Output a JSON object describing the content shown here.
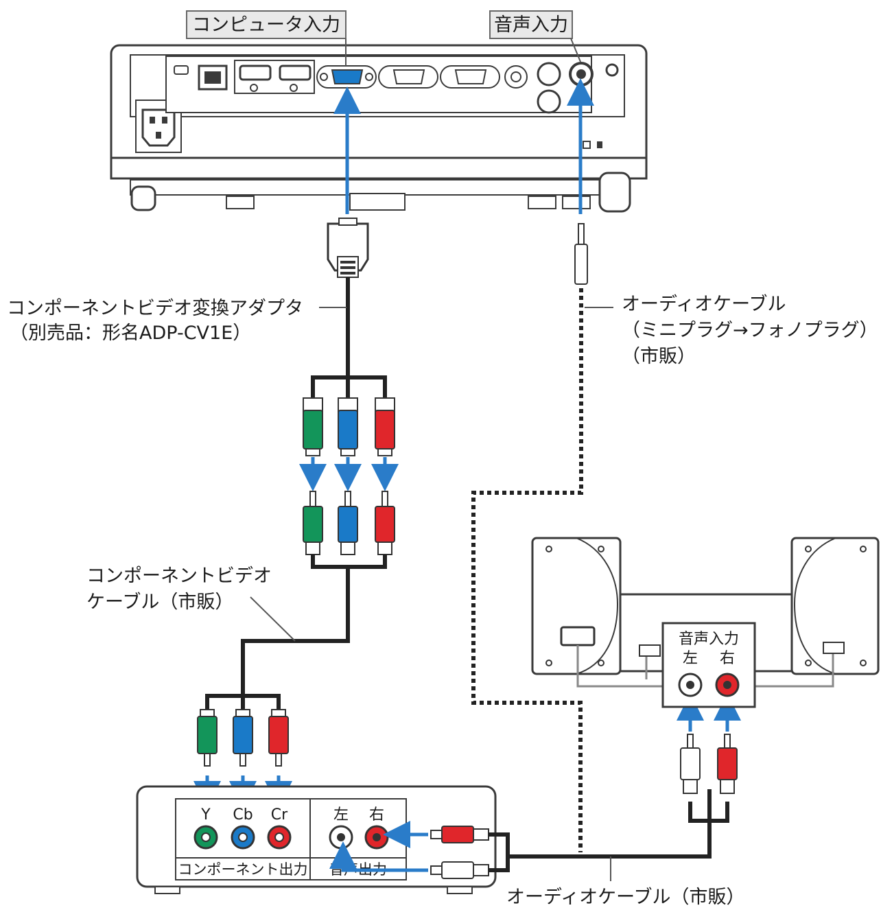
{
  "projector_labels": {
    "computer_in": "コンピュータ入力",
    "audio_in": "音声入力"
  },
  "adapter": {
    "line1": "コンポーネントビデオ変換アダプタ",
    "line2": "（別売品：形名ADP-CV1E）"
  },
  "audio_cable_top": {
    "line1": "オーディオケーブル",
    "line2": "（ミニプラグ→フォノプラグ）",
    "line3": "（市販）"
  },
  "component_cable": {
    "line1": "コンポーネントビデオ",
    "line2": "ケーブル（市販）"
  },
  "speaker_panel": {
    "title": "音声入力",
    "left": "左",
    "right": "右"
  },
  "source_device": {
    "y": "Y",
    "cb": "Cb",
    "cr": "Cr",
    "left": "左",
    "right": "右",
    "component_out": "コンポーネント出力",
    "audio_out": "音声出力"
  },
  "audio_cable_bottom": {
    "label": "オーディオケーブル（市販）"
  },
  "colors": {
    "green": "#13955a",
    "blue": "#1a7ac8",
    "red": "#e0262b",
    "arrow": "#2a7cc9",
    "cable": "#222222",
    "outline": "#3a3a3a"
  }
}
